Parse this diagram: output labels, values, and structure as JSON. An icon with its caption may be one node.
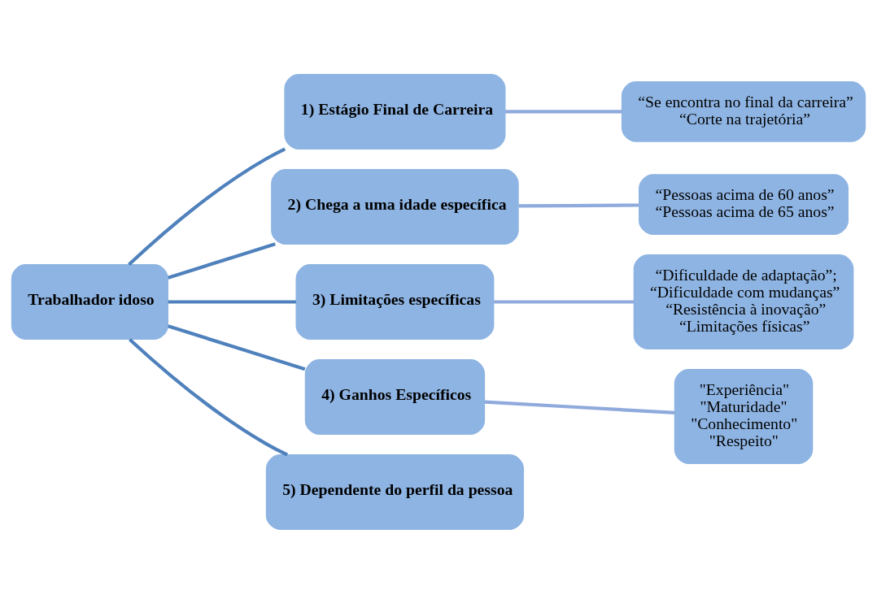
{
  "diagram": {
    "nodes": [
      {
        "text": [
          "Trabalhador idoso"
        ]
      },
      {
        "text": [
          "1) Estágio Final de Carreira"
        ]
      },
      {
        "text": [
          "“Se encontra no final da carreira”",
          "“Corte na trajetória”"
        ]
      },
      {
        "text": [
          "2) Chega a uma idade específica"
        ]
      },
      {
        "text": [
          "“Pessoas acima de 60 anos”",
          "“Pessoas acima de 65 anos”"
        ]
      },
      {
        "text": [
          "3) Limitações específicas"
        ]
      },
      {
        "text": [
          "“Dificuldade de adaptação”;",
          "“Dificuldade com mudanças”",
          "“Resistência à inovação”",
          "“Limitações físicas”"
        ]
      },
      {
        "text": [
          "4) Ganhos Específicos"
        ]
      },
      {
        "text": [
          "\"Experiência\"",
          "\"Maturidade\"",
          "\"Conhecimento\"",
          "\"Respeito\""
        ]
      },
      {
        "text": [
          "5) Dependente do perfil da pessoa"
        ]
      }
    ],
    "edges": [
      {
        "from": 0,
        "to": 1,
        "arrow": "none"
      },
      {
        "from": 0,
        "to": 3,
        "arrow": "none"
      },
      {
        "from": 0,
        "to": 5,
        "arrow": "none"
      },
      {
        "from": 0,
        "to": 7,
        "arrow": "none"
      },
      {
        "from": 0,
        "to": 9,
        "arrow": "none"
      },
      {
        "from": 1,
        "to": 2,
        "arrow": "none",
        "color": "#8faadc"
      },
      {
        "from": 3,
        "to": 4,
        "arrow": "none",
        "color": "#8faadc"
      },
      {
        "from": 5,
        "to": 6,
        "arrow": "none",
        "color": "#8faadc"
      },
      {
        "from": 7,
        "to": 8,
        "arrow": "none",
        "color": "#8faadc"
      }
    ]
  }
}
